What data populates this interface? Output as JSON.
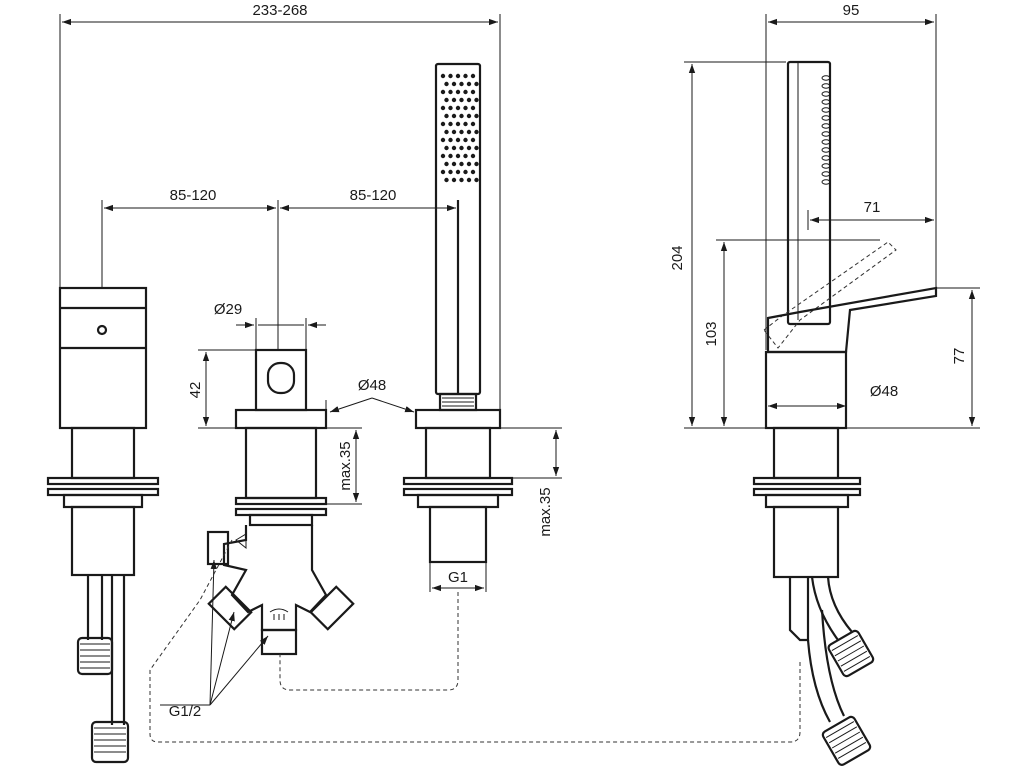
{
  "dimensions": {
    "total_width": "233-268",
    "spacing_left": "85-120",
    "spacing_right": "85-120",
    "dia_29": "Ø29",
    "height_42": "42",
    "dia_48_front": "Ø48",
    "max35_a": "max.35",
    "max35_b": "max.35",
    "g1": "G1",
    "g12": "G1/2",
    "side_width": "95",
    "side_71": "71",
    "side_204": "204",
    "side_103": "103",
    "side_77": "77",
    "dia_48_side": "Ø48"
  }
}
